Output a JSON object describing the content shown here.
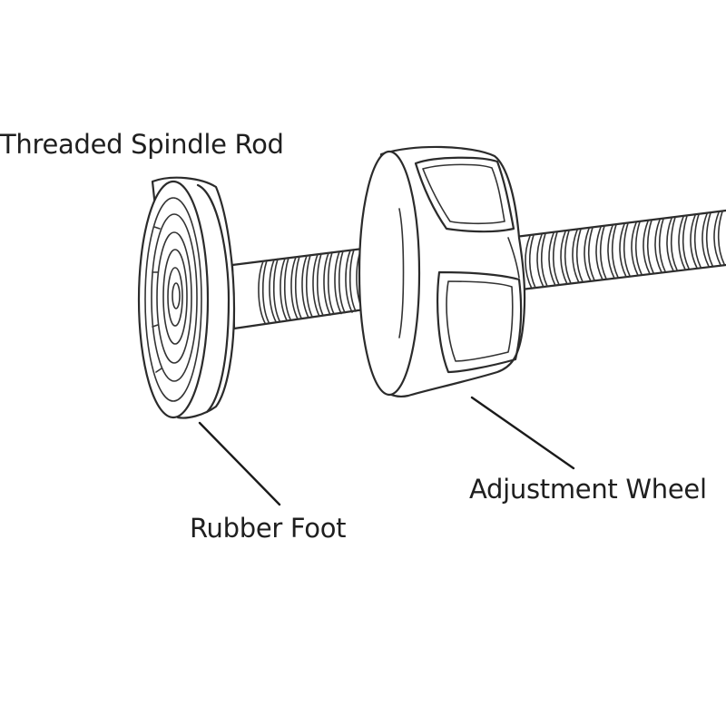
{
  "labels": {
    "rod": "Threaded Spindle Rod",
    "wheel": "Adjustment Wheel",
    "foot": "Rubber Foot"
  },
  "colors": {
    "line": "#2b2b2b",
    "text": "#1f1f1f",
    "background": "#ffffff"
  }
}
